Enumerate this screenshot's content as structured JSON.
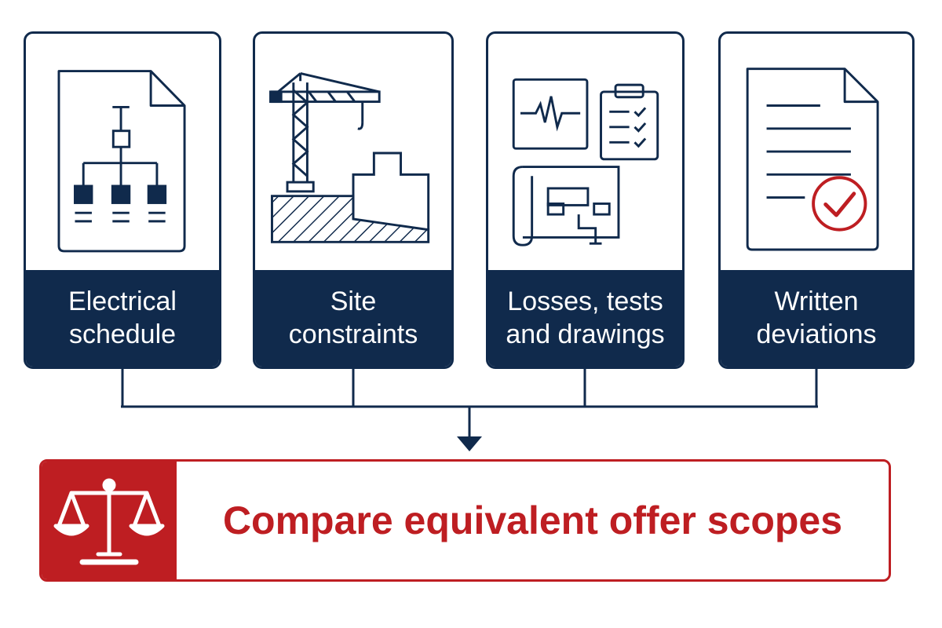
{
  "cards": [
    {
      "label": "Electrical schedule",
      "icon": "electrical-schedule-icon"
    },
    {
      "label": "Site constraints",
      "icon": "crane-site-icon"
    },
    {
      "label": "Losses, tests and drawings",
      "icon": "tests-drawings-icon"
    },
    {
      "label": "Written deviations",
      "icon": "document-check-icon"
    }
  ],
  "result": {
    "label": "Compare equivalent offer scopes",
    "icon": "scales-icon"
  },
  "colors": {
    "navy": "#102a4c",
    "red": "#be1e22",
    "background": "#ffffff"
  }
}
